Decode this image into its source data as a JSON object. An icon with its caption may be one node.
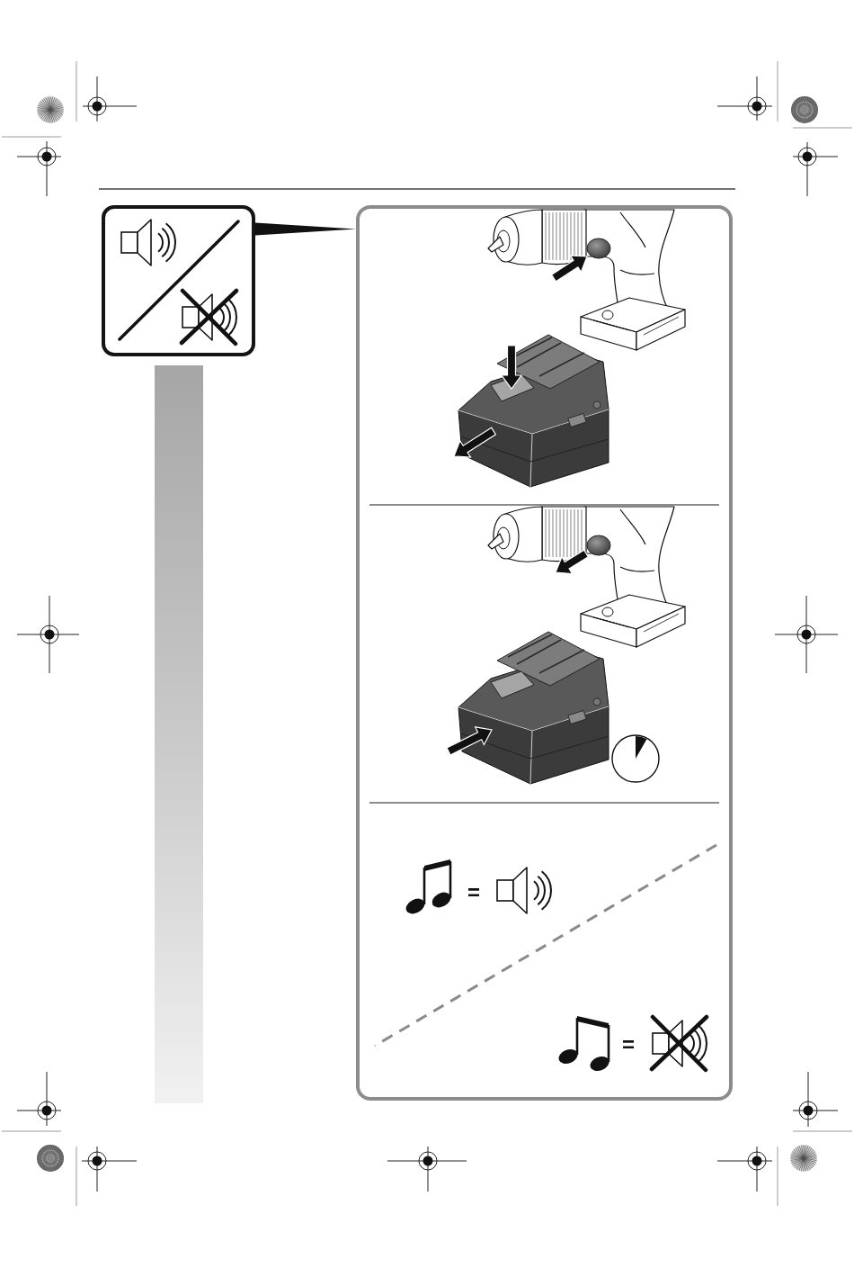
{
  "diagram": {
    "nodes": [
      {
        "text": [],
        "shape": "box"
      },
      {
        "text": [],
        "shape": "box"
      },
      {
        "text": [],
        "shape": "bar"
      }
    ],
    "edges": [
      {
        "from": 0,
        "to": 1,
        "arrow": "none"
      }
    ],
    "labels": [
      "=",
      "="
    ]
  }
}
